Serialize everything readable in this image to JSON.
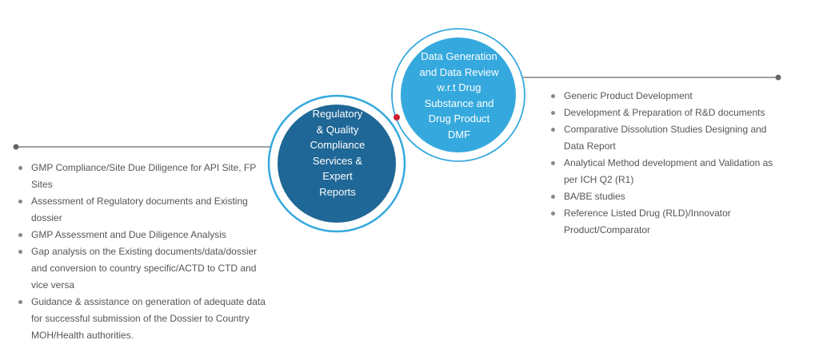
{
  "colors": {
    "left_circle_fill": "#1f6796",
    "right_circle_fill": "#35a9de",
    "outer_ring": "#35a9de",
    "junction_dot": "#cc2233",
    "connector_line": "#666666",
    "text": "#555555"
  },
  "left_node": {
    "label": "Regulatory\n& Quality\nCompliance\nServices &\nExpert\nReports"
  },
  "right_node": {
    "label": "Data Generation\nand Data Review\nw.r.t Drug\nSubstance and\nDrug Product\nDMF"
  },
  "left_list": {
    "items": [
      "GMP Compliance/Site Due Diligence for API Site, FP Sites",
      "Assessment of Regulatory documents and Existing dossier",
      "GMP Assessment and Due Diligence Analysis",
      "Gap analysis on the Existing documents/data/dossier and conversion to country specific/ACTD to CTD and vice versa",
      "Guidance & assistance on generation of adequate data for successful submission of the Dossier to Country MOH/Health authorities."
    ]
  },
  "right_list": {
    "items": [
      "Generic Product Development",
      "Development & Preparation of R&D documents",
      "Comparative Dissolution Studies Designing and Data Report",
      "Analytical Method development and Validation as per ICH Q2 (R1)",
      "BA/BE studies",
      "Reference Listed Drug (RLD)/Innovator Product/Comparator"
    ]
  }
}
